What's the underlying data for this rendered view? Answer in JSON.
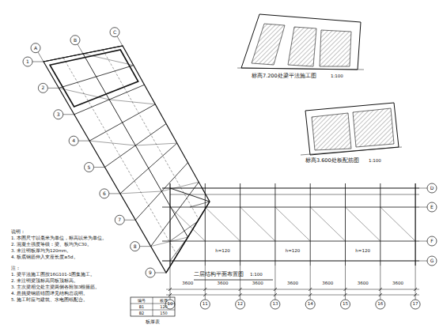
{
  "diagram": {
    "labels": [
      "1",
      "2",
      "3",
      "4",
      "5",
      "6",
      "7",
      "8",
      "9",
      "A",
      "B",
      "C",
      "10",
      "11",
      "12",
      "13",
      "14",
      "15",
      "16",
      "17",
      "D",
      "E",
      "F",
      "G",
      "3600",
      "3600",
      "3600",
      "3600",
      "3600",
      "3600",
      "3600",
      "二层结构平面布置图",
      "1:100",
      "标高7.200处梁平法施工图",
      "1:100",
      "标高3.600处板配筋图",
      "1:100",
      "说明：",
      "1. 本图尺寸以毫米为单位，标高以米为单位。",
      "2. 混凝土强度等级：梁、板均为C30。",
      "3. 未注明板厚均为120mm。",
      "4. 板底钢筋伸入支座长度≥5d。",
      "注：",
      "1. 梁平法施工图按16G101-1图集施工。",
      "2. 未注明梁顶标高同板顶标高。",
      "3. 主次梁相交处主梁两侧各附加3根箍筋。",
      "4. 悬挑梁钢筋锚固详见结构总说明。",
      "5. 施工时应与建筑、水电图纸配合。",
      "板厚表",
      "编号",
      "板厚",
      "B1",
      "120",
      "B2",
      "150",
      "h=120",
      "h=120",
      "h=120"
    ]
  }
}
